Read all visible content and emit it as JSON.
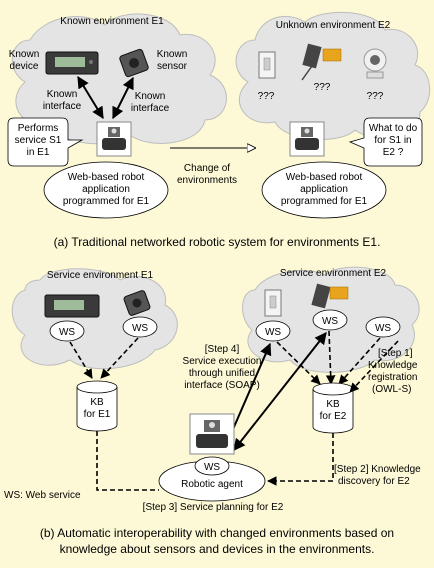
{
  "panel_a": {
    "cloud_left_title": "Known environment E1",
    "cloud_right_title": "Unknown environment E2",
    "known_device": [
      "Known",
      "device"
    ],
    "known_sensor": [
      "Known",
      "sensor"
    ],
    "known_interface_left": [
      "Known",
      "interface"
    ],
    "known_interface_right": [
      "Known",
      "interface"
    ],
    "unknown_marks": [
      "???",
      "???",
      "???"
    ],
    "speech_left": [
      "Performs",
      "service S1",
      "in E1"
    ],
    "speech_right": [
      "What to do",
      "for S1 in",
      "E2 ?"
    ],
    "robot_app_left": [
      "Web-based robot",
      "application",
      "programmed for E1"
    ],
    "robot_app_right": [
      "Web-based robot",
      "application",
      "programmed for E1"
    ],
    "change_label": [
      "Change of",
      "environments"
    ],
    "caption": "(a) Traditional networked robotic system for environments E1."
  },
  "panel_b": {
    "cloud_left_title": "Service environment E1",
    "cloud_right_title": "Service environment E2",
    "ws": "WS",
    "kb_e1": [
      "KB",
      "for E1"
    ],
    "kb_e2": [
      "KB",
      "for E2"
    ],
    "step4": [
      "[Step 4]",
      "Service execution",
      "through unified",
      "interface (SOAP)"
    ],
    "step1": [
      "[Step 1]",
      "Knowledge",
      "registration",
      "(OWL-S)"
    ],
    "robotic_agent": "Robotic agent",
    "step2": [
      "[Step 2] Knowledge",
      "discovery for E2"
    ],
    "step3": "[Step 3] Service planning for E2",
    "ws_legend": "WS: Web service",
    "caption": [
      "(b) Automatic interoperability with changed environments based on",
      "knowledge about sensors and devices in the environments."
    ]
  },
  "colors": {
    "background": "#fdf9d6",
    "cloud_fill": "#e4e4e4",
    "cloud_stroke": "#bdbdbd",
    "panel_border": "#f3e8b0"
  }
}
